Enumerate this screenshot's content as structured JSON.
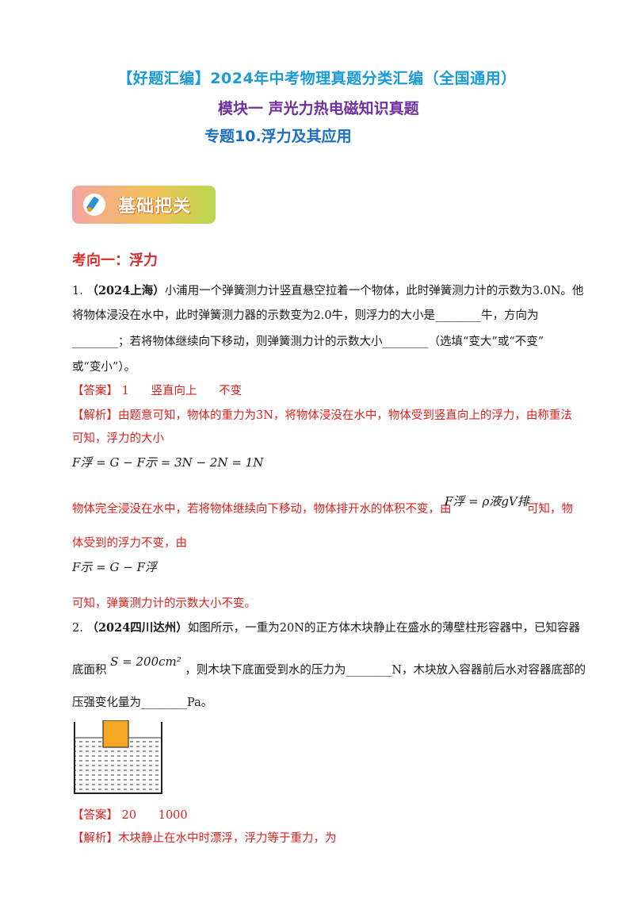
{
  "header": {
    "title": "【好题汇编】2024年中考物理真题分类汇编（全国通用）",
    "module": "模块一  声光力热电磁知识真题",
    "topic": "专题10.浮力及其应用"
  },
  "badge": {
    "label": "基础把关",
    "icon": "pen-icon"
  },
  "section": {
    "title": "考向一：浮力"
  },
  "q1": {
    "num": "1.",
    "source": "（2024上海）",
    "line1": "小浦用一个弹簧测力计竖直悬空拉着一个物体，此时弹簧测力计的示数为3.0N。他",
    "line2": "将物体浸没在水中，此时弹簧测力器的示数变为2.0牛，则浮力的大小是________牛，方向为",
    "line3": "________；若将物体继续向下移动，则弹簧测力计的示数大小________（选填“变大”或“不变”",
    "line4": "或“变小”）。",
    "answer_tag": "【答案】",
    "answer": "1      竖直向上      不变",
    "analysis_tag": "【解析】",
    "a1": "由题意可知，物体的重力为3N，将物体浸没在水中，物体受到竖直向上的浮力，由称重法",
    "a2": "可知，浮力的大小",
    "eq1": "F浮 = G − F示 = 3N − 2N = 1N",
    "a3": "物体完全浸没在水中，若将物体继续向下移动，物体排开水的体积不变，由",
    "eq2": "F浮 = ρ液gV排",
    "a3b": "可知，物",
    "a4": "体受到的浮力不变，由",
    "eq3": "F示 = G − F浮",
    "a5": "可知，弹簧测力计的示数大小不变。"
  },
  "q2": {
    "num": "2.",
    "source": "（2024四川达州）",
    "line1": "如图所示，一重为20N的正方体木块静止在盛水的薄壁柱形容器中，已知容器",
    "line2a": "底面积",
    "eq": "S = 200cm²",
    "line2b": "，则木块下底面受到水的压力为________N，木块放入容器前后水对容器底部的",
    "line3": "压强变化量为________Pa。",
    "answer_tag": "【答案】",
    "answer": "20      1000",
    "analysis_tag": "【解析】",
    "a1": "木块静止在水中时漂浮，浮力等于重力，为"
  },
  "colors": {
    "title": "#1a9ad6",
    "module": "#7030a0",
    "topic": "#1a6fbf",
    "answer": "#e0201b",
    "block": "#f5a623"
  }
}
